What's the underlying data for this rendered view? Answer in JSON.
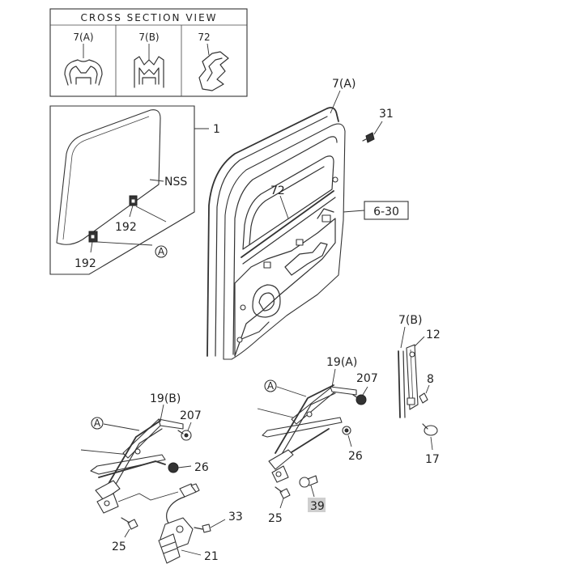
{
  "cross_section": {
    "header": "CROSS SECTION VIEW",
    "labels": [
      "7(A)",
      "7(B)",
      "72"
    ]
  },
  "callouts": {
    "glass_assembly": "1",
    "nss": "NSS",
    "clip_upper": "192",
    "clip_lower": "192",
    "ref_a_glass": "A",
    "run_channel_top": "7(A)",
    "bolt_31": "31",
    "inner_seal": "72",
    "door_ref": "6-30",
    "run_channel_rear": "7(B)",
    "channel_12": "12",
    "screw_8": "8",
    "bolt_17": "17",
    "regulator_a": "19(A)",
    "bolt_207_right": "207",
    "ref_a_right": "A",
    "nut_26_right": "26",
    "screw_25_right": "25",
    "handle_39": "39",
    "regulator_b": "19(B)",
    "bolt_207_left": "207",
    "ref_a_left": "A",
    "nut_26_left": "26",
    "bolt_33": "33",
    "screw_25_left": "25",
    "motor_21": "21"
  }
}
